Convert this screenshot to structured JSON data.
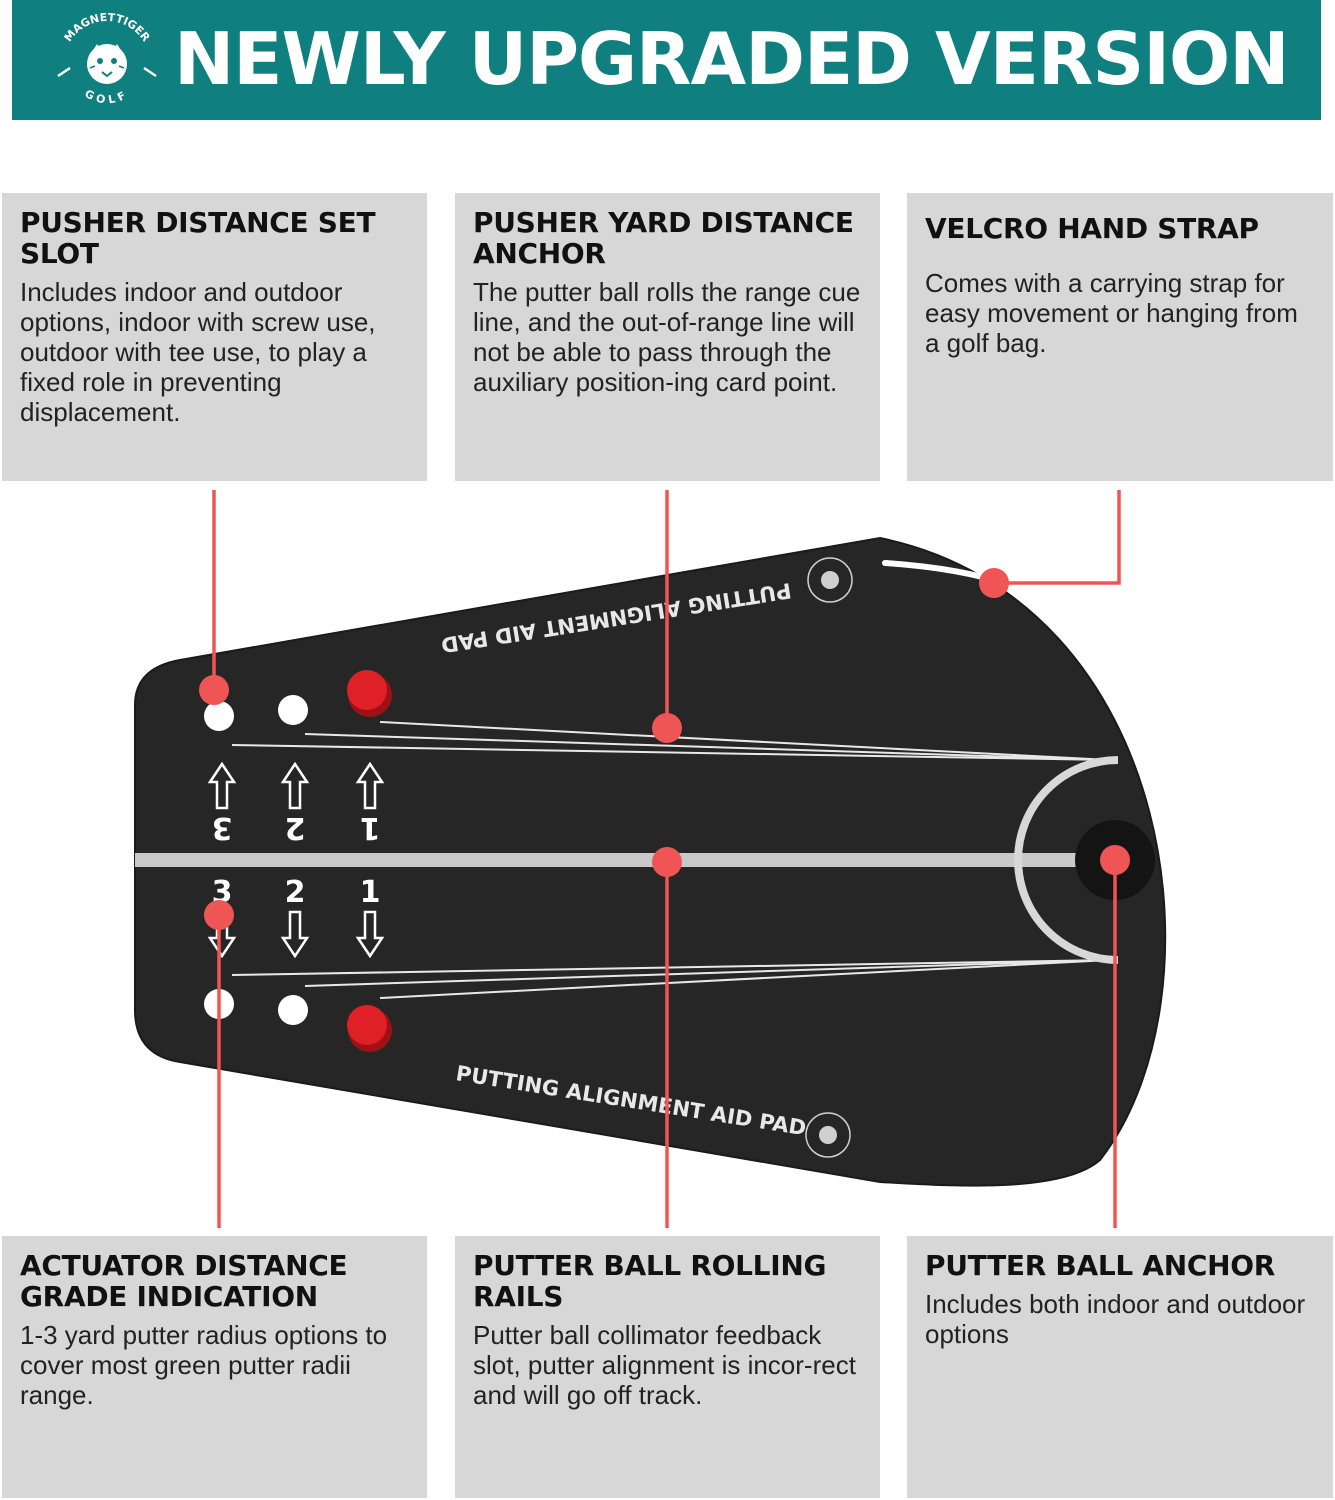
{
  "banner": {
    "title": "NEWLY UPGRADED VERSION",
    "logo_text_top": "MAGNETTIGER",
    "logo_text_bottom": "GOLF",
    "background_color": "#0f7f80"
  },
  "features": [
    {
      "title": "PUSHER DISTANCE SET SLOT",
      "description": "Includes indoor and outdoor options, indoor with screw use, outdoor with tee use, to play a fixed role in preventing displacement."
    },
    {
      "title": "PUSHER YARD DISTANCE ANCHOR",
      "description": "The putter ball rolls the range cue line, and the out-of-range line will not be able to pass through the auxiliary position-ing card point."
    },
    {
      "title": "VELCRO HAND STRAP",
      "description": "Comes with a carrying strap for easy movement or hanging from a golf bag."
    },
    {
      "title": "ACTUATOR DISTANCE GRADE INDICATION",
      "description": "1-3 yard putter radius options to cover most green putter radii range."
    },
    {
      "title": "PUTTER BALL ROLLING RAILS",
      "description": "Putter ball collimator feedback slot, putter alignment is incor-rect and will go off track."
    },
    {
      "title": "PUTTER BALL ANCHOR",
      "description": "Includes both indoor and outdoor options"
    }
  ],
  "pad": {
    "label": "PUTTING ALIGNMENT AID PAD",
    "brand": "MAGNETTIGER",
    "brand_sub": "GOLF",
    "distance_marks": [
      "3",
      "2",
      "1"
    ],
    "pad_color": "#262626",
    "callout_color": "#f05556",
    "peg_color": "#e02027"
  }
}
